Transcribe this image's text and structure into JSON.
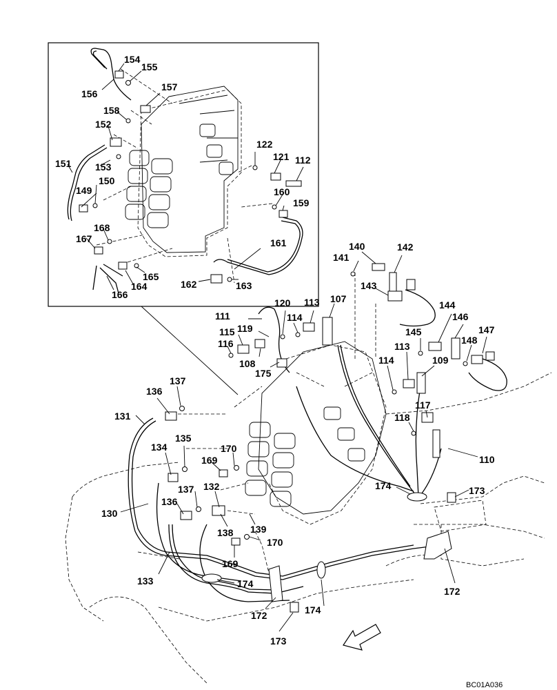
{
  "diagram": {
    "code": "BC01A036",
    "callouts": [
      "154",
      "155",
      "156",
      "157",
      "158",
      "152",
      "153",
      "151",
      "149",
      "150",
      "168",
      "167",
      "166",
      "164",
      "165",
      "122",
      "121",
      "112",
      "160",
      "159",
      "161",
      "162",
      "163",
      "140",
      "141",
      "142",
      "143",
      "111",
      "119",
      "120",
      "113",
      "107",
      "114",
      "115",
      "116",
      "108",
      "175",
      "144",
      "145",
      "146",
      "147",
      "148",
      "113",
      "114",
      "109",
      "117",
      "118",
      "110",
      "137",
      "136",
      "131",
      "135",
      "134",
      "170",
      "169",
      "130",
      "137",
      "132",
      "136",
      "138",
      "139",
      "170",
      "169",
      "133",
      "174",
      "174",
      "172",
      "173",
      "174",
      "173",
      "172"
    ]
  }
}
